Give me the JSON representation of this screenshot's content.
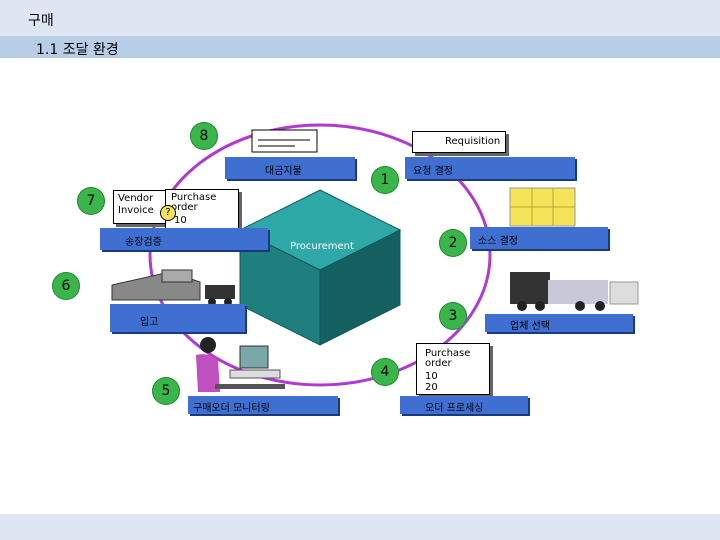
{
  "header": {
    "title": "구매",
    "subtitle": "1.1 조달 환경"
  },
  "diagram": {
    "center_label": "Procurement",
    "steps": [
      {
        "number": "1",
        "label": "요청 결정"
      },
      {
        "number": "2",
        "label": "소스 결정"
      },
      {
        "number": "3",
        "label": "업체 선택"
      },
      {
        "number": "4",
        "label": "오더 프로세싱"
      },
      {
        "number": "5",
        "label": "구매오더 모니터링"
      },
      {
        "number": "6",
        "label": "입고"
      },
      {
        "number": "7",
        "label": "송장검증"
      },
      {
        "number": "8",
        "label": "대금지불"
      }
    ],
    "docs": {
      "requisition": "Requisition",
      "vendor_invoice_line1": "Vendor",
      "vendor_invoice_line2": "Invoice",
      "po_top_line1": "Purchase",
      "po_top_line2": "order",
      "po_top_value": "10",
      "po_bottom_line1": "Purchase",
      "po_bottom_line2": "order",
      "po_bottom_value1": "10",
      "po_bottom_value2": "20",
      "question_mark": "?"
    },
    "colors": {
      "label_bg": "#3f6fd0",
      "number_bg": "#3ab54a",
      "ring": "#b03ad0",
      "cube": "#1f8f8f"
    }
  }
}
